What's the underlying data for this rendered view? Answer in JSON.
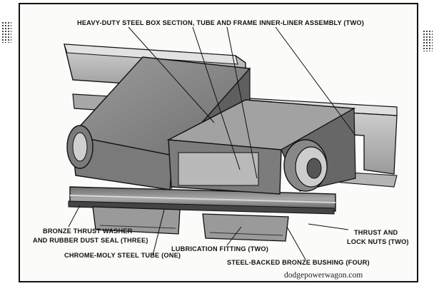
{
  "labels": {
    "top": "HEAVY-DUTY STEEL BOX SECTION, TUBE AND FRAME INNER-LINER ASSEMBLY (TWO)",
    "bronze_1": "BRONZE THRUST WASHER",
    "bronze_2": "AND RUBBER DUST SEAL (THREE)",
    "chrome": "CHROME-MOLY STEEL TUBE (ONE)",
    "lube": "LUBRICATION FITTING (TWO)",
    "bushing": "STEEL-BACKED BRONZE BUSHING (FOUR)",
    "thrust_1": "THRUST AND",
    "thrust_2": "LOCK NUTS (TWO)"
  },
  "watermark": "dodgepowerwagon.com",
  "colors": {
    "ink": "#111111",
    "metal_light": "#bdbdbd",
    "metal_mid": "#8e8e8e",
    "metal_dark": "#555555",
    "paper": "#fbfbf9"
  }
}
